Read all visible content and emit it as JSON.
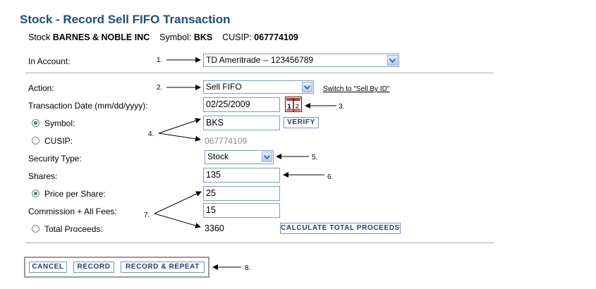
{
  "page": {
    "title": "Stock - Record Sell FIFO Transaction",
    "stock_prefix": "Stock",
    "stock_name": "BARNES & NOBLE INC",
    "symbol_prefix": "Symbol:",
    "symbol": "BKS",
    "cusip_prefix": "CUSIP:",
    "cusip": "067774109"
  },
  "form": {
    "account_label": "In Account:",
    "account_value": "TD Ameritrade -- 123456789",
    "action_label": "Action:",
    "action_value": "Sell FIFO",
    "switch_link": "Switch to \"Sell By ID\"",
    "date_label": "Transaction Date (mm/dd/yyyy):",
    "date_value": "02/25/2009",
    "symbol_label": "Symbol:",
    "symbol_value": "BKS",
    "verify_button": "VERIFY",
    "cusip_label": "CUSIP:",
    "cusip_value": "067774109",
    "security_type_label": "Security Type:",
    "security_type_value": "Stock",
    "shares_label": "Shares:",
    "shares_value": "135",
    "price_label": "Price per Share:",
    "price_value": "25",
    "commission_label": "Commission + All Fees:",
    "commission_value": "15",
    "total_label": "Total Proceeds:",
    "total_value": "3360",
    "calc_button": "CALCULATE TOTAL PROCEEDS"
  },
  "buttons": {
    "cancel": "CANCEL",
    "record": "RECORD",
    "record_repeat": "RECORD & REPEAT"
  },
  "callouts": {
    "c1": "1.",
    "c2": "2.",
    "c3": "3.",
    "c4": "4.",
    "c5": "5.",
    "c6": "6.",
    "c7": "7.",
    "c8": "8."
  },
  "radios": {
    "symbol_selected": true,
    "cusip_selected": false,
    "price_selected": true,
    "total_selected": false
  },
  "icons": {
    "calendar": "calendar-icon",
    "dropdown": "chevron-down-icon",
    "radio": "radio-button-icon"
  },
  "colors": {
    "title": "#1f4e79",
    "button_text": "#1f3d68",
    "radio_dot": "#2c9a3d"
  }
}
